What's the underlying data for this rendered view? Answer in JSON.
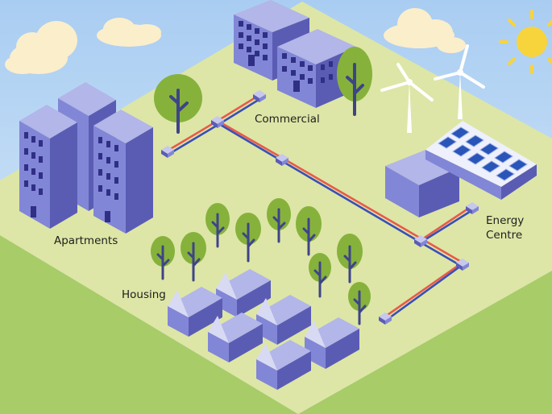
{
  "labels": {
    "commercial": "Commercial",
    "apartments": "Apartments",
    "housing": "Housing",
    "energy_line1": "Energy",
    "energy_line2": "Centre"
  },
  "colors": {
    "sky_top": "#a9cdf2",
    "sky_bottom": "#deedf8",
    "ground_top": "#dde6a6",
    "ground_side": "#a8cc68",
    "building_face": "#8286d6",
    "building_side": "#5a5cb4",
    "building_roof": "#b2b6e8",
    "window": "#2f2f86",
    "tree_leaf": "#86b23c",
    "tree_trunk": "#3e4488",
    "pipe_red": "#e85a4a",
    "pipe_blue": "#3a4fb8",
    "sun": "#f8d43c",
    "cloud": "#fbeecb",
    "solar_panel": "#2a55b8"
  },
  "icons": [
    "sun-icon",
    "cloud-icon",
    "wind-turbine-icon",
    "solar-panel-icon",
    "tree-icon",
    "house-icon",
    "apartment-building-icon",
    "office-building-icon",
    "pipe-junction-icon"
  ]
}
